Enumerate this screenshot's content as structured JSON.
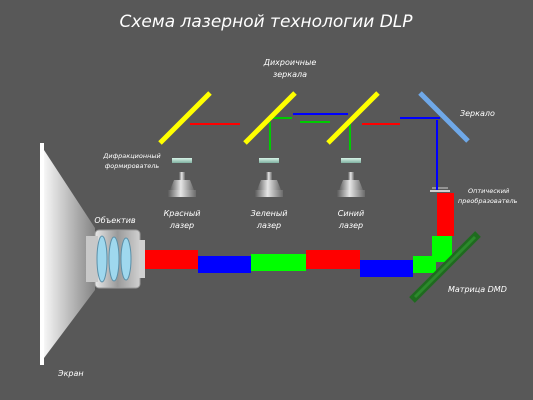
{
  "title": "Схема лазерной технологии DLP",
  "labels": {
    "dichroic_line1": "Дихроичные",
    "dichroic_line2": "зеркала",
    "mirror": "Зеркало",
    "diffraction_line1": "Дифракционный",
    "diffraction_line2": "формирователь",
    "optical_line1": "Оптический",
    "optical_line2": "преобразователь",
    "lens": "Объектив",
    "red_line1": "Красный",
    "red_line2": "лазер",
    "green_line1": "Зеленый",
    "green_line2": "лазер",
    "blue_line1": "Синий",
    "blue_line2": "лазер",
    "dmd": "Матрица DMD",
    "screen": "Экран"
  },
  "colors": {
    "background": "#585858",
    "red": "#ff0000",
    "green": "#00ff00",
    "blue": "#0000ff",
    "dichroic": "#ffff00",
    "mirror": "#6fa8e8",
    "dmd": "#1f6b1f"
  }
}
